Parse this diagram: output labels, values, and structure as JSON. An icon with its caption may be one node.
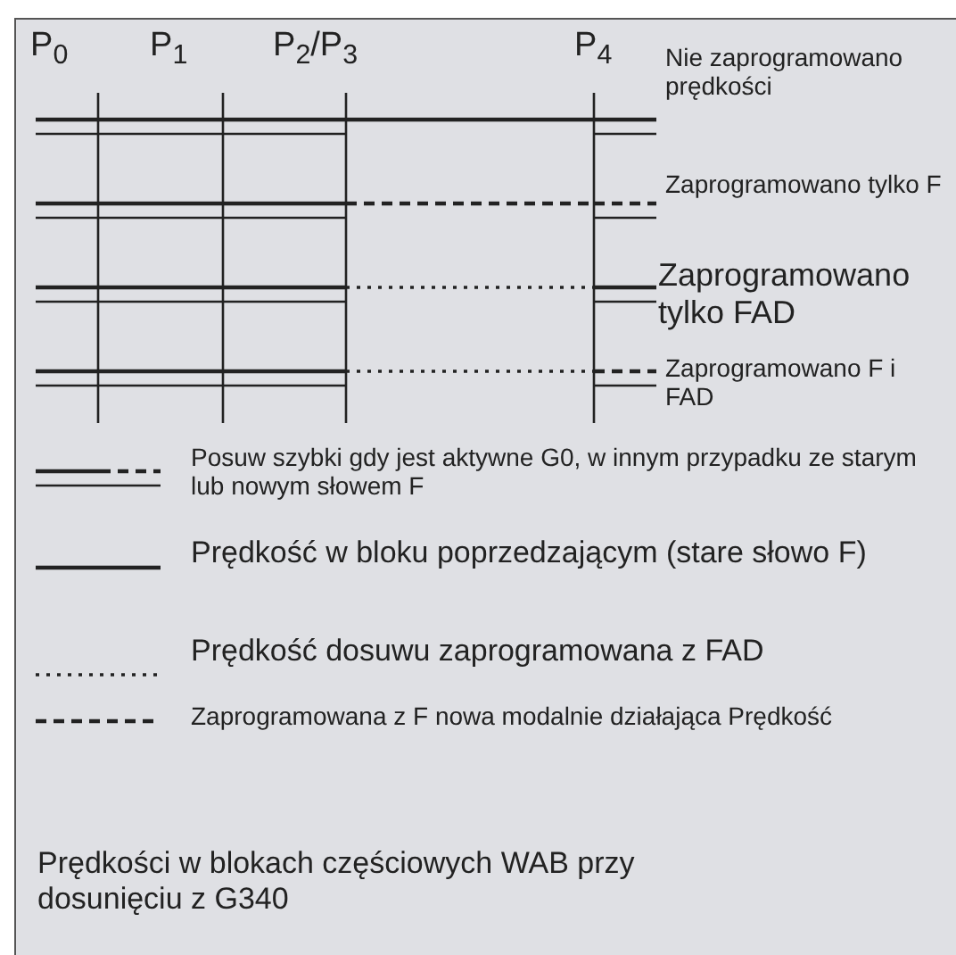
{
  "diagram": {
    "caption": "Prędkości w blokach częściowych WAB przy dosunięciu z G340",
    "labels": [
      "P$_{0}$",
      "P$_{1}$",
      "P$_{2}$/P$_{3}$",
      "P$_{4}$",
      "Nie zaprogramowano prędkości",
      "Zaprogramowano tylko F",
      "Zaprogramowano tylko FAD",
      "Zaprogramowano F i FAD"
    ],
    "legend": [
      {
        "text": "Posuw szybki gdy jest aktywne G0, w innym przypadku ze starym lub nowym słowem F"
      },
      {
        "text": "Prędkość w bloku poprzedzającym (stare słowo F)"
      },
      {
        "text": "Prędkość dosuwu zaprogramowana z FAD"
      },
      {
        "text": "Zaprogramowana z F nowa modalnie działająca Prędkość"
      }
    ]
  }
}
